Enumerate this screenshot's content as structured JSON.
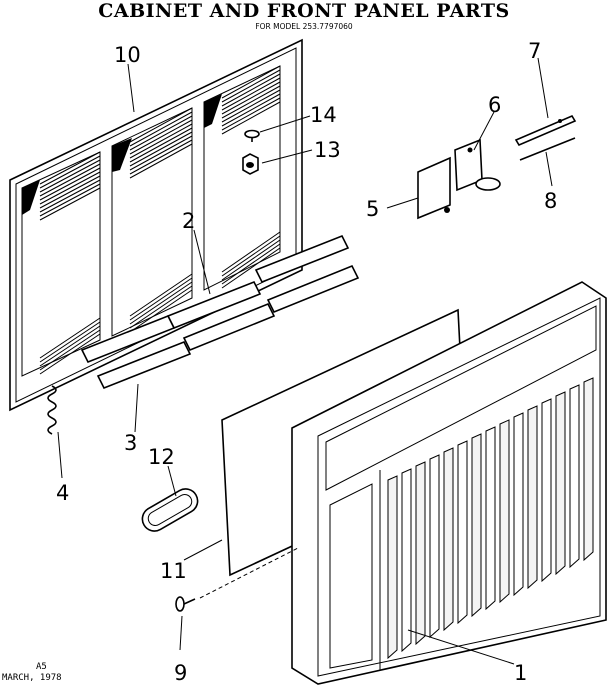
{
  "title": "CABINET AND FRONT PANEL PARTS",
  "subtitle": "FOR MODEL 253.7797060",
  "callouts": [
    "10",
    "14",
    "13",
    "7",
    "6",
    "5",
    "8",
    "2",
    "3",
    "4",
    "12",
    "11",
    "9",
    "1"
  ],
  "footer": {
    "code": "A5",
    "date": "MARCH, 1978"
  }
}
